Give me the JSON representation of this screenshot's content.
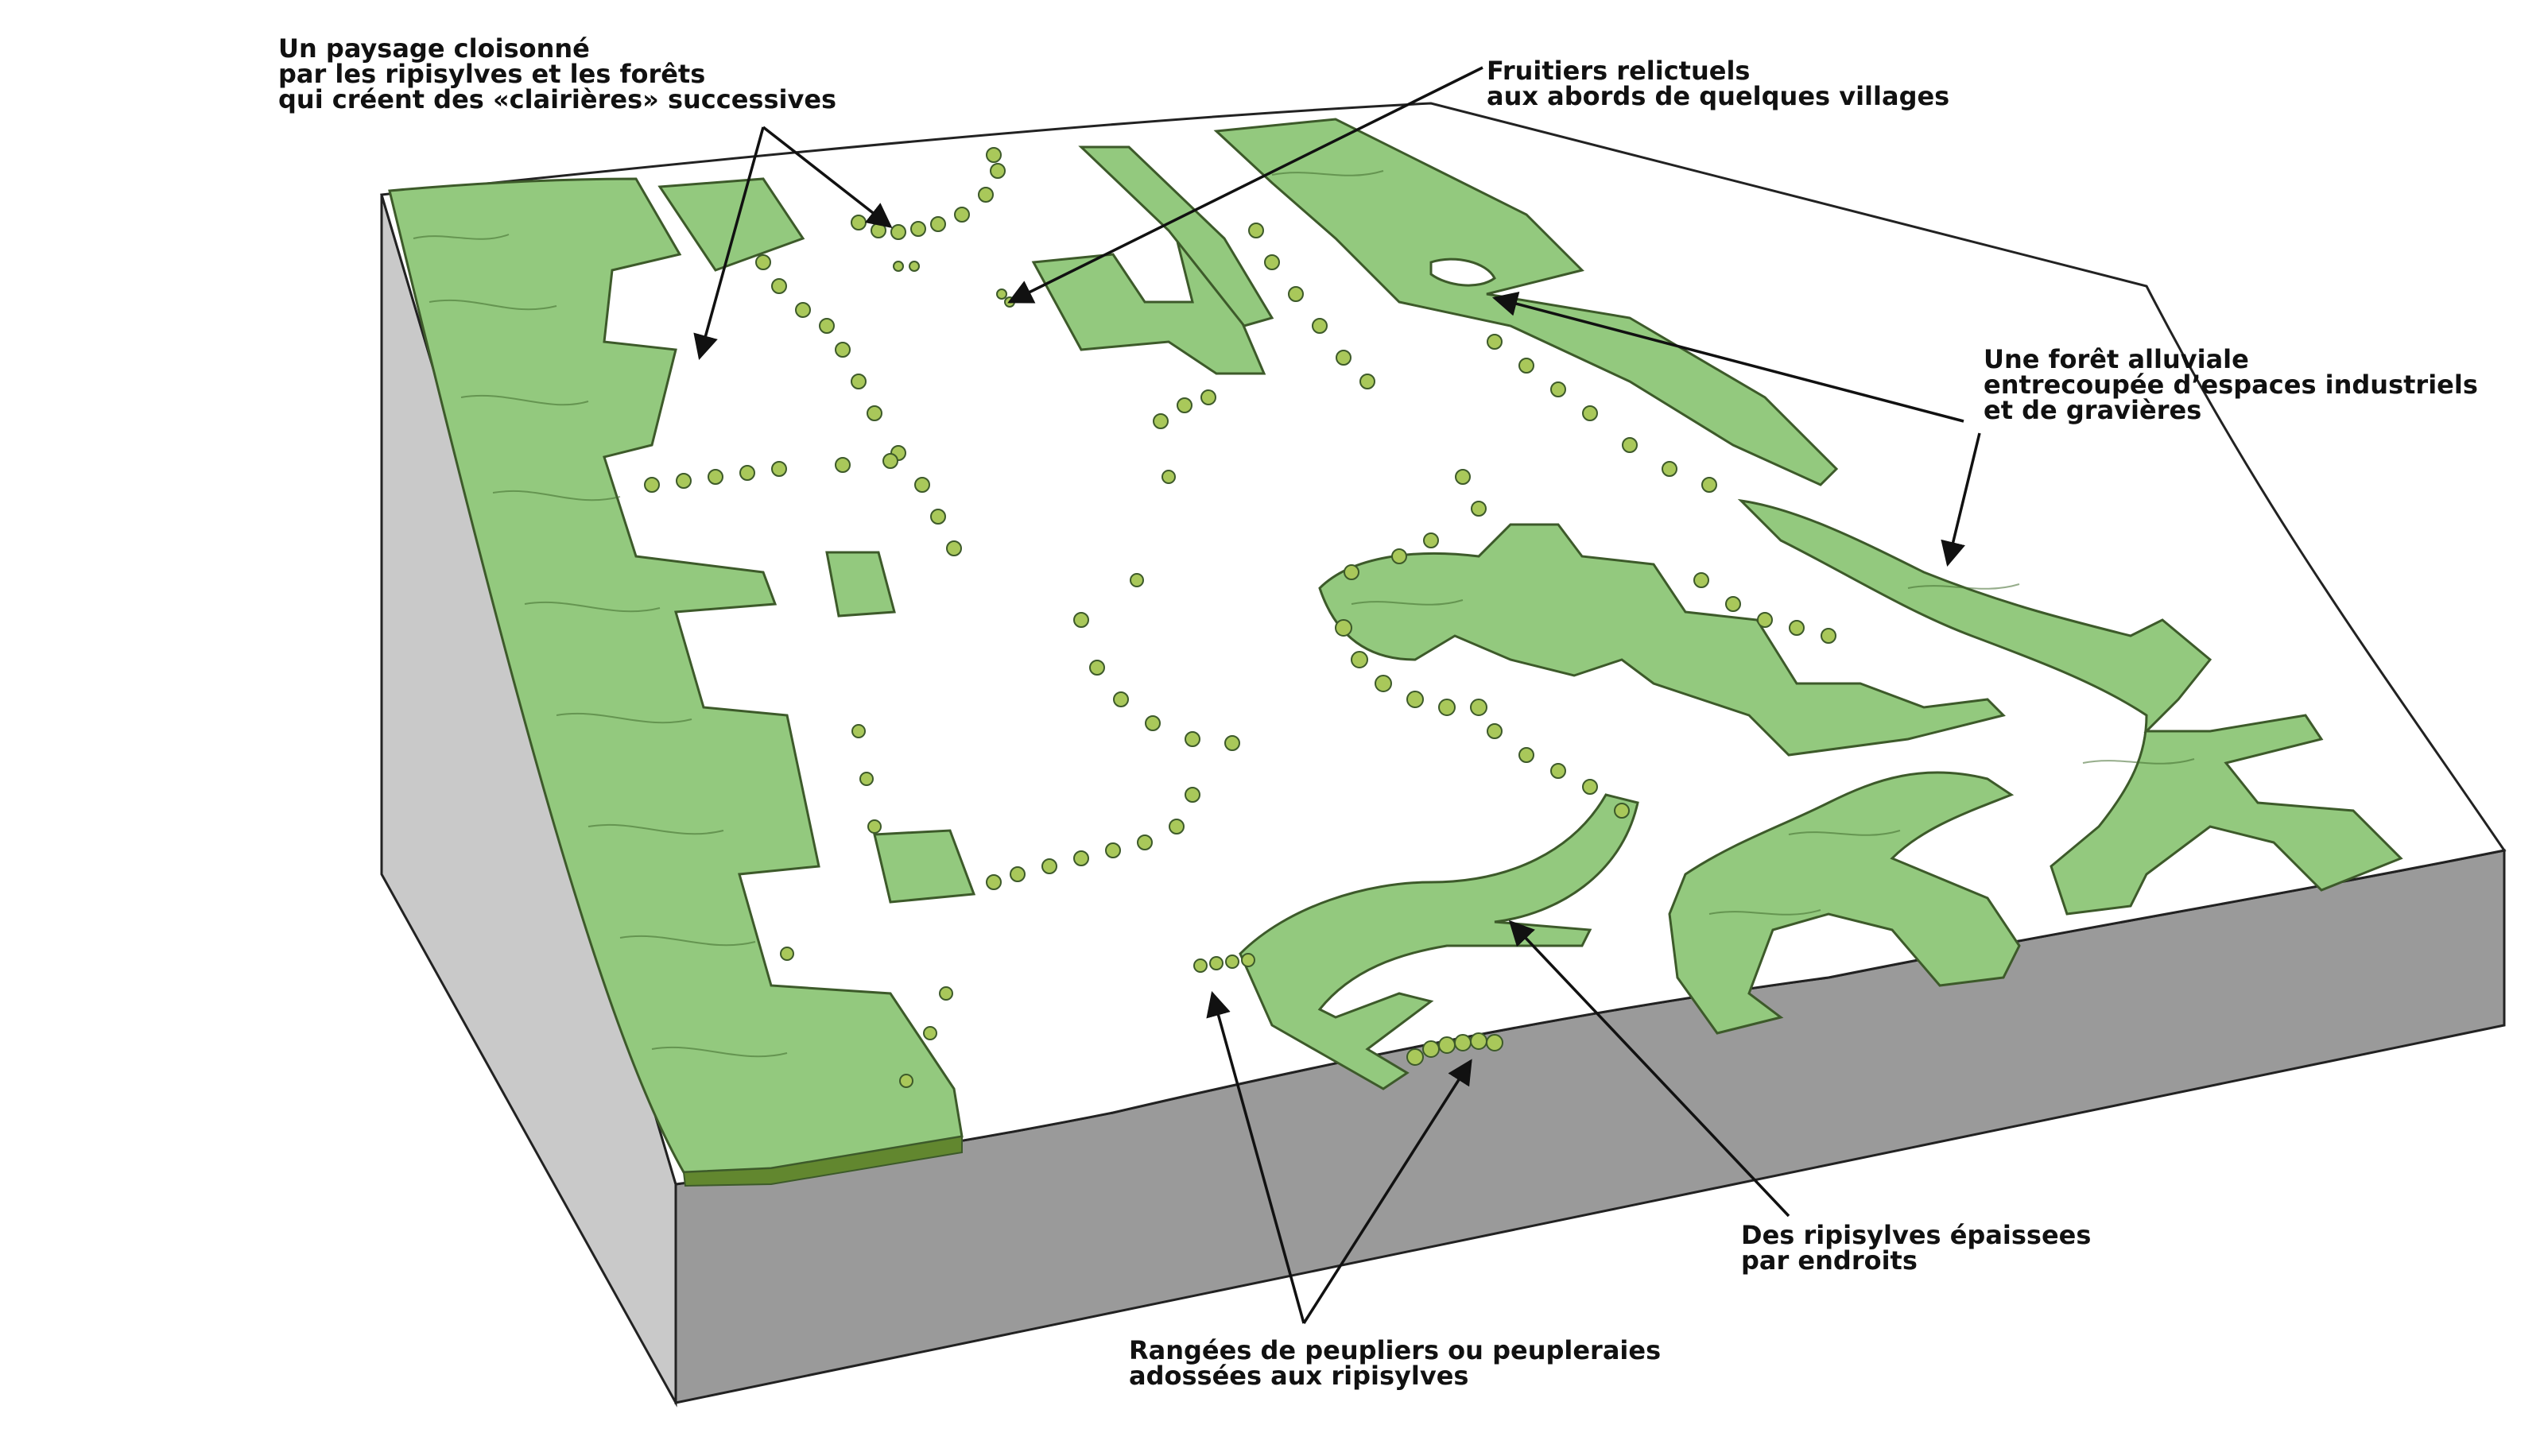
{
  "colors": {
    "forest_top": "#93c97e",
    "forest_side": "#62872f",
    "ground": "#ffffff",
    "block_side": "#9a9a9a",
    "outline": "#222222"
  },
  "labels": {
    "paysage": [
      "Un paysage cloisonné",
      "par les ripisylves et les forêts",
      "qui créent des «clairières» successives"
    ],
    "fruitiers": [
      "Fruitiers relictuels",
      "aux abords de quelques villages"
    ],
    "foret": [
      "Une forêt alluviale",
      "entrecoupée d’espaces industriels",
      "et de gravières"
    ],
    "ripisylves": [
      "Des ripisylves épaissees",
      "par endroits"
    ],
    "rangees": [
      "Rangées de peupliers ou peupleraies",
      "adossées aux ripisylves"
    ]
  }
}
